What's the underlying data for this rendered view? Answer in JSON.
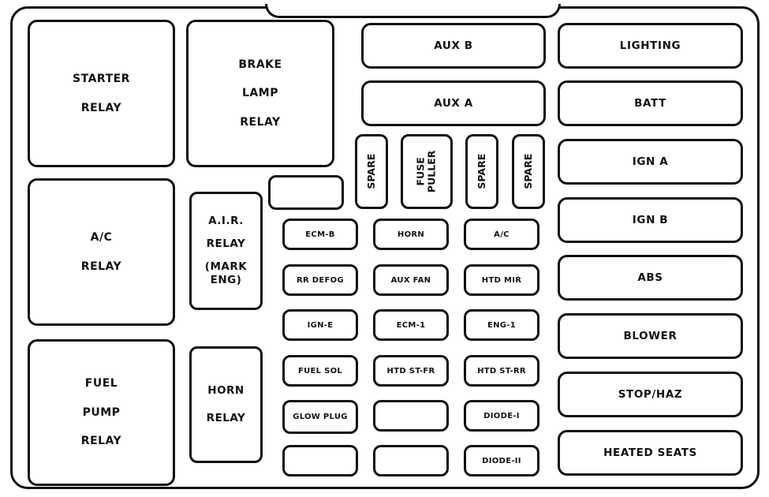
{
  "relays": {
    "starter": [
      "STARTER",
      "RELAY"
    ],
    "brake_lamp": [
      "BRAKE",
      "LAMP",
      "RELAY"
    ],
    "ac": [
      "A/C",
      "RELAY"
    ],
    "air": [
      "A.I.R.",
      "RELAY",
      "(MARK",
      "ENG)"
    ],
    "fuel_pump": [
      "FUEL",
      "PUMP",
      "RELAY"
    ],
    "horn": [
      "HORN",
      "RELAY"
    ]
  },
  "vertical": {
    "spare_1": "SPARE",
    "fuse_puller": [
      "FUSE",
      "PULLER"
    ],
    "spare_2": "SPARE",
    "spare_3": "SPARE"
  },
  "top_fuses": {
    "aux_b": "AUX B",
    "aux_a": "AUX A"
  },
  "fuses": {
    "col1": [
      "ECM-B",
      "RR DEFOG",
      "IGN-E",
      "FUEL SOL",
      "GLOW PLUG",
      ""
    ],
    "col2": [
      "HORN",
      "AUX FAN",
      "ECM-1",
      "HTD ST-FR",
      "",
      ""
    ],
    "col3": [
      "A/C",
      "HTD MIR",
      "ENG-1",
      "HTD ST-RR",
      "DIODE-I",
      "DIODE-II"
    ]
  },
  "right_column": [
    "LIGHTING",
    "BATT",
    "IGN A",
    "IGN B",
    "ABS",
    "BLOWER",
    "STOP/HAZ",
    "HEATED SEATS"
  ]
}
